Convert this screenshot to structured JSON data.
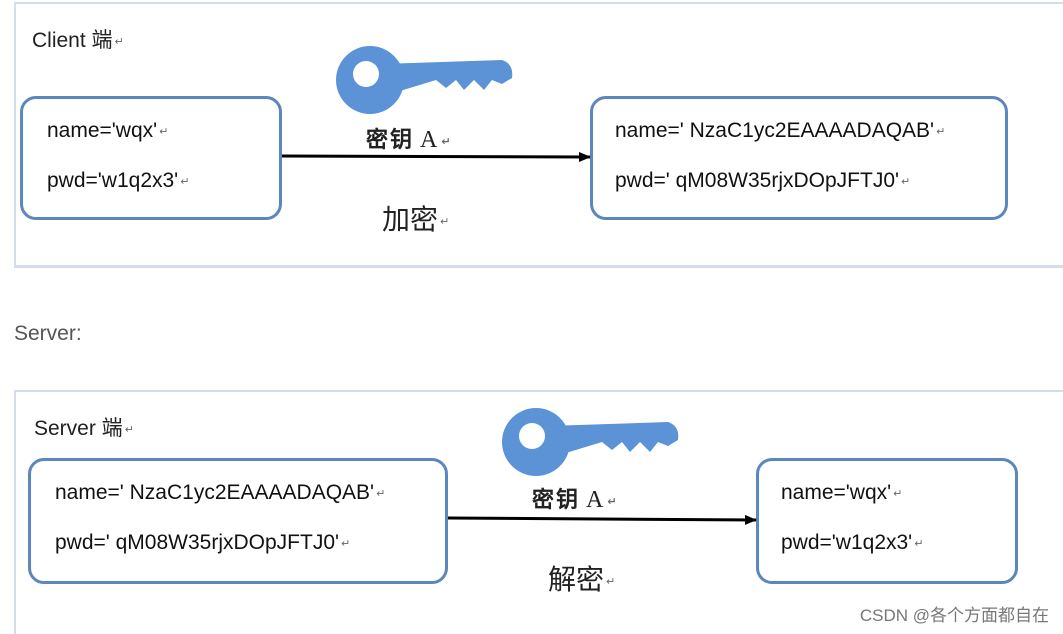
{
  "client": {
    "title": "Client 端",
    "left_box": {
      "name": "name='wqx'",
      "pwd": "pwd='w1q2x3'"
    },
    "right_box": {
      "name": "name=' NzaC1yc2EAAAADAQAB'",
      "pwd": "pwd=' qM08W35rjxDOpJFTJ0'"
    },
    "key_label": "密钥",
    "key_letter": "A",
    "action": "加密"
  },
  "server_section_label": "Server:",
  "server": {
    "title": "Server 端",
    "left_box": {
      "name": "name=' NzaC1yc2EAAAADAQAB'",
      "pwd": "pwd=' qM08W35rjxDOpJFTJ0'"
    },
    "right_box": {
      "name": "name='wqx'",
      "pwd": "pwd='w1q2x3'"
    },
    "key_label": "密钥",
    "key_letter": "A",
    "action": "解密"
  },
  "return_mark": "↵",
  "watermark": "CSDN @各个方面都自在",
  "colors": {
    "box_border": "#5b86be",
    "key": "#5b93d6",
    "arrow": "#000000"
  },
  "icons": {
    "key": "key-icon"
  }
}
